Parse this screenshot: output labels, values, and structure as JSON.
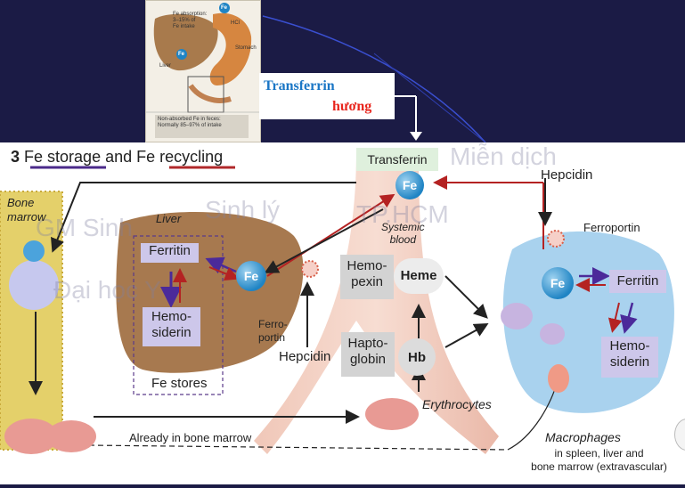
{
  "inset": {
    "absorption_text": [
      "Fe absorption:",
      "3–15% of",
      "Fe intake"
    ],
    "hcl": "HCl",
    "stomach": "Stomach",
    "liver": "Liver",
    "fe": "Fe",
    "nonabsorbed_text": [
      "Non-absorbed Fe in feces:",
      "Normally 85–97% of intake"
    ]
  },
  "overlay": {
    "transferrin": "Transferrin",
    "huong": "hương"
  },
  "figure": {
    "title_num": "3",
    "title_storage": "Fe storage",
    "title_and": "and Fe",
    "title_recycling": "recycling",
    "bone_marrow": [
      "Bone",
      "marrow"
    ],
    "liver": "Liver",
    "ferritin": "Ferritin",
    "hemosiderin": [
      "Hemo-",
      "siderin"
    ],
    "fe_stores": "Fe stores",
    "fe": "Fe",
    "ferroportin_liver": [
      "Ferro-",
      "portin"
    ],
    "hepcidin": "Hepcidin",
    "transferrin": "Transferrin",
    "systemic_blood": [
      "Systemic",
      "blood"
    ],
    "hemopexin": [
      "Hemo-",
      "pexin"
    ],
    "heme": "Heme",
    "haptoglobin": [
      "Hapto-",
      "globin"
    ],
    "hb": "Hb",
    "erythrocytes": "Erythrocytes",
    "already_bm": "Already in bone marrow",
    "hepcidin_right": "Hepcidin",
    "ferroportin_right": "Ferroportin",
    "ferritin_right": "Ferritin",
    "hemosiderin_right": [
      "Hemo-",
      "siderin"
    ],
    "macrophages": "Macrophages",
    "macrophages_sub": [
      "in spleen, liver and",
      "bone marrow (extravascular)"
    ]
  },
  "watermark": [
    "GM Sinh",
    "Sinh lý",
    "Miễn dịch",
    "Đại học Y",
    "TP.HCM"
  ],
  "colors": {
    "background": "#1b1b45",
    "storage_underline": "#4b2a8a",
    "recycling_underline": "#b0282a",
    "arrow_red": "#b42222",
    "arrow_purple": "#4b2a9a",
    "box_violet": "#cdc7ea"
  }
}
